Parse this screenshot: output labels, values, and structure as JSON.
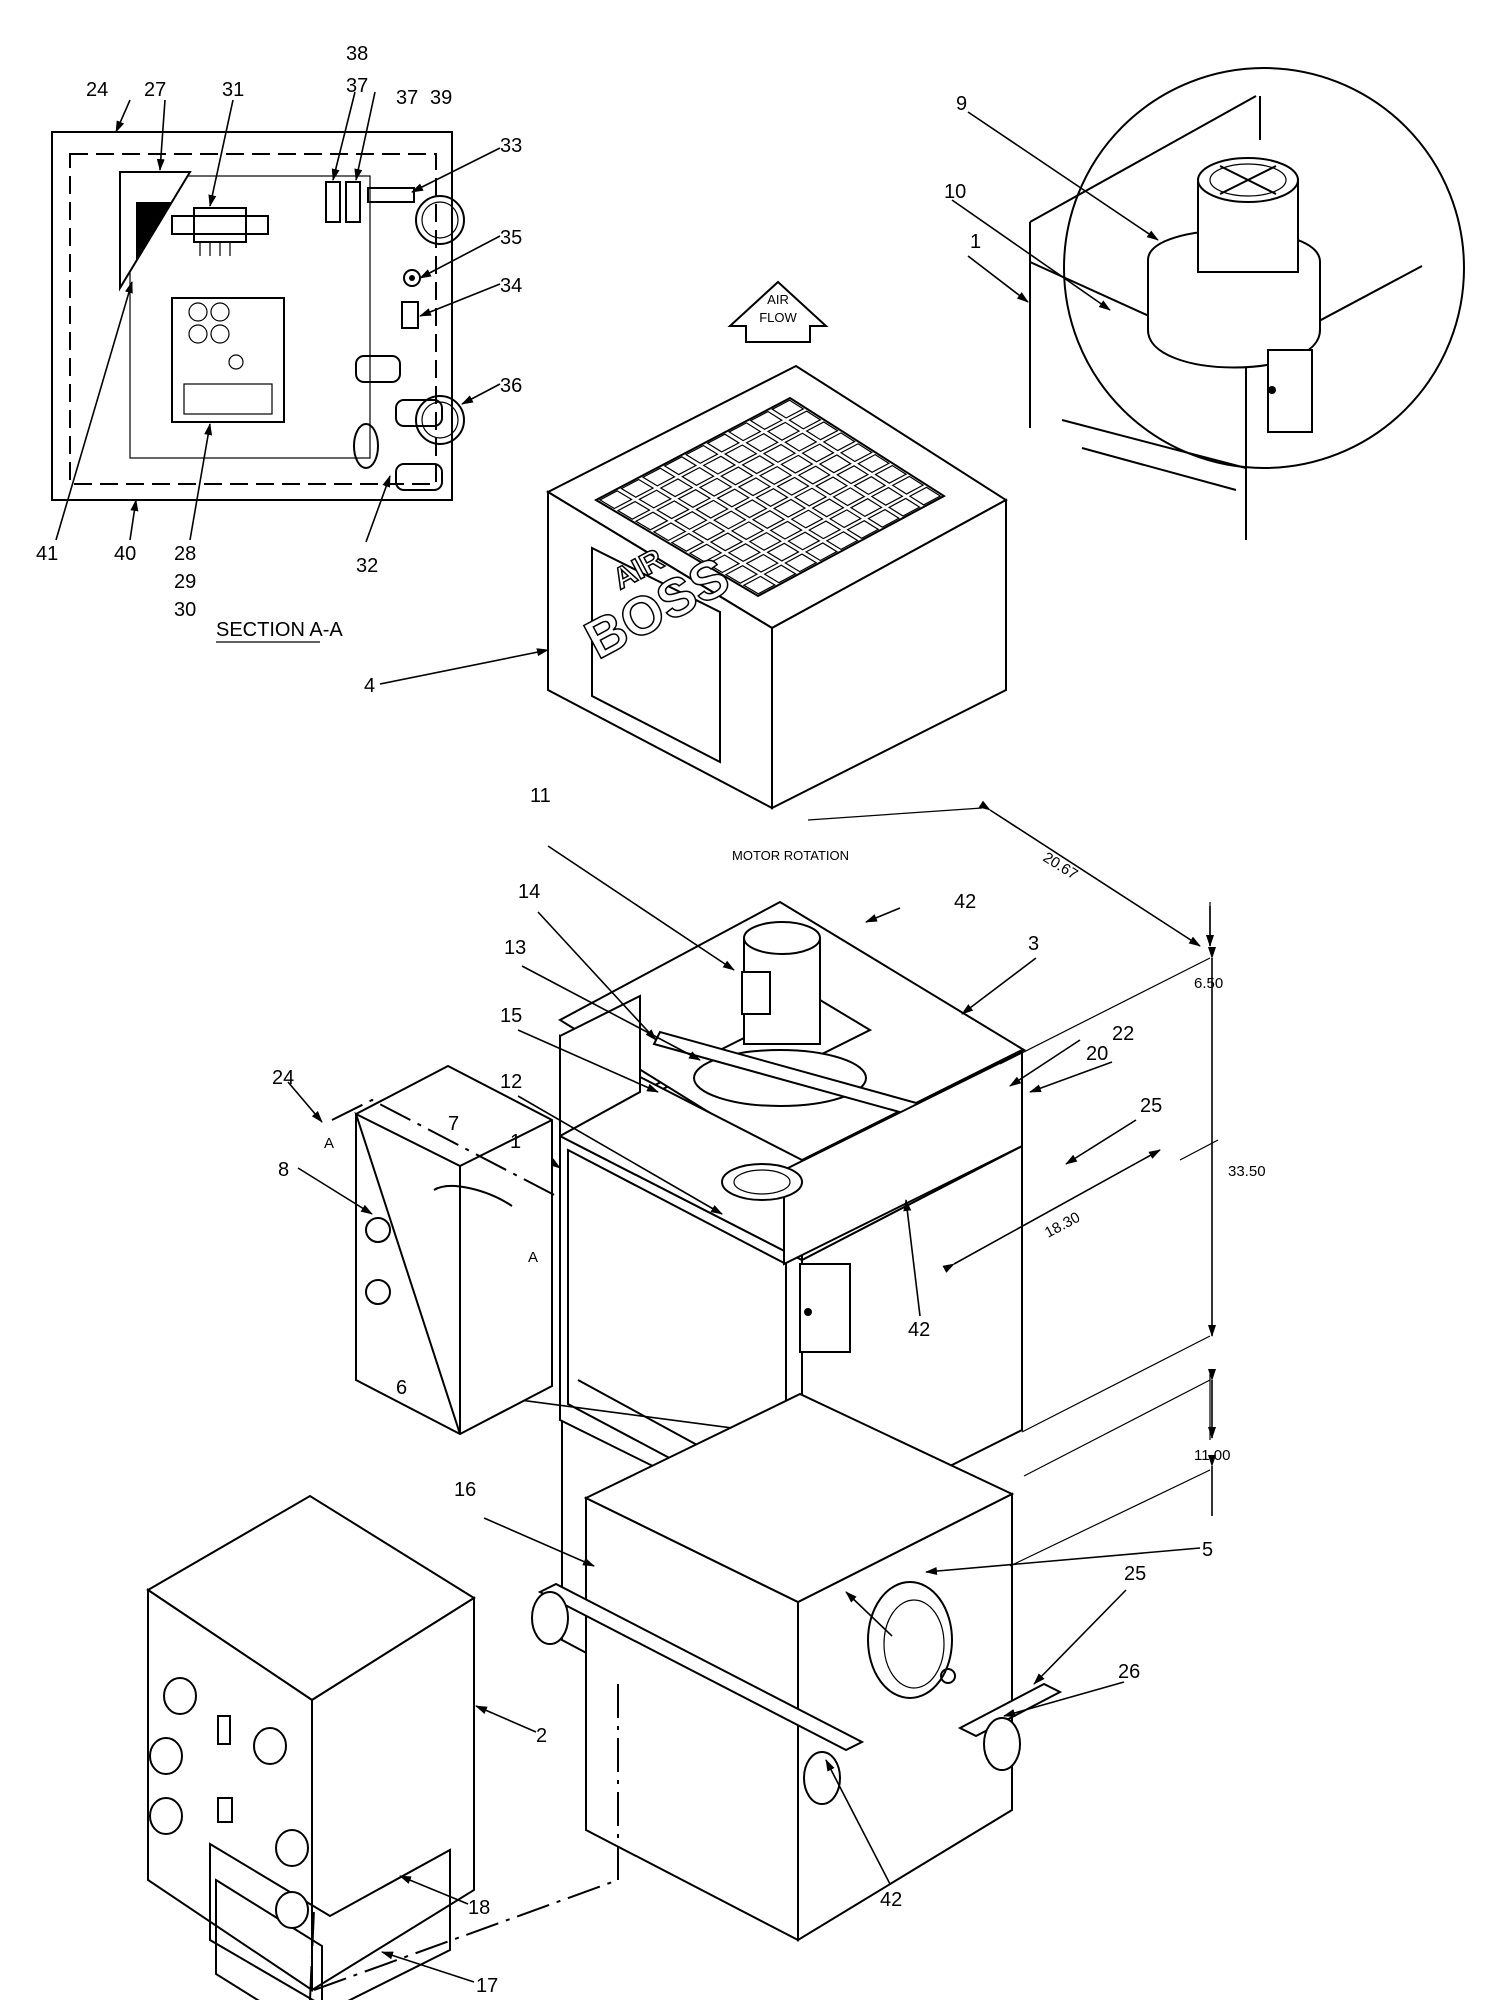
{
  "section_title": "SECTION A-A",
  "air_flow_label": [
    "AIR",
    "FLOW"
  ],
  "motor_rotation_label": "MOTOR ROTATION",
  "brand_logo": [
    "AIR",
    "BOSS"
  ],
  "section_marker": "A",
  "callouts": {
    "c1a": "1",
    "c1b": "1",
    "c2": "2",
    "c3": "3",
    "c4": "4",
    "c5": "5",
    "c6": "6",
    "c7": "7",
    "c8": "8",
    "c9": "9",
    "c10": "10",
    "c11": "11",
    "c12": "12",
    "c13": "13",
    "c14": "14",
    "c15": "15",
    "c16": "16",
    "c17": "17",
    "c18": "18",
    "c20": "20",
    "c22": "22",
    "c24a": "24",
    "c24b": "24",
    "c25a": "25",
    "c25b": "25",
    "c26": "26",
    "c27": "27",
    "c28": "28",
    "c29": "29",
    "c30": "30",
    "c31": "31",
    "c32": "32",
    "c33": "33",
    "c34": "34",
    "c35": "35",
    "c36": "36",
    "c37a": "37",
    "c37b": "37",
    "c38": "38",
    "c39": "39",
    "c40": "40",
    "c41": "41",
    "c42a": "42",
    "c42b": "42",
    "c42c": "42"
  },
  "dimensions": {
    "d1": "20.67",
    "d2": "6.50",
    "d3": "33.50",
    "d4": "18.30",
    "d5": "11.00"
  }
}
